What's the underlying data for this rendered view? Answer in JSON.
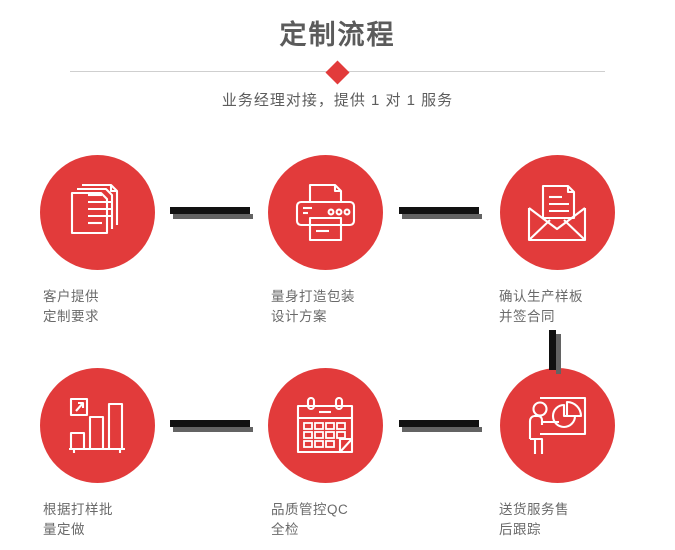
{
  "header": {
    "title": "定制流程",
    "subtitle": "业务经理对接，提供 1 对 1 服务",
    "diamond_icon": "diamond-marker",
    "divider_color": "#cfcfcf"
  },
  "theme": {
    "accent": "#e23b3b",
    "title_color": "#5b5b5b",
    "caption_color": "#6a6a6a",
    "connector_color": "#111111",
    "connector_shadow": "#636363"
  },
  "steps": [
    {
      "index": 1,
      "icon": "documents-stack-icon",
      "line1": "客户提供",
      "line2": "定制要求"
    },
    {
      "index": 2,
      "icon": "printer-icon",
      "line1": "量身打造包装",
      "line2": "设计方案"
    },
    {
      "index": 3,
      "icon": "envelope-document-icon",
      "line1": "确认生产样板",
      "line2": "并签合同"
    },
    {
      "index": 4,
      "icon": "bar-chart-growth-icon",
      "line1": "根据打样批",
      "line2": "量定做"
    },
    {
      "index": 5,
      "icon": "calendar-icon",
      "line1": "品质管控QC",
      "line2": "全检"
    },
    {
      "index": 6,
      "icon": "presentation-pie-chart-icon",
      "line1": "送货服务售",
      "line2": "后跟踪"
    }
  ],
  "connectors": [
    {
      "name": "connector-step1-step2",
      "orientation": "horizontal"
    },
    {
      "name": "connector-step2-step3",
      "orientation": "horizontal"
    },
    {
      "name": "connector-step3-step6",
      "orientation": "vertical"
    },
    {
      "name": "connector-step4-step5",
      "orientation": "horizontal"
    },
    {
      "name": "connector-step5-step6",
      "orientation": "horizontal"
    }
  ]
}
